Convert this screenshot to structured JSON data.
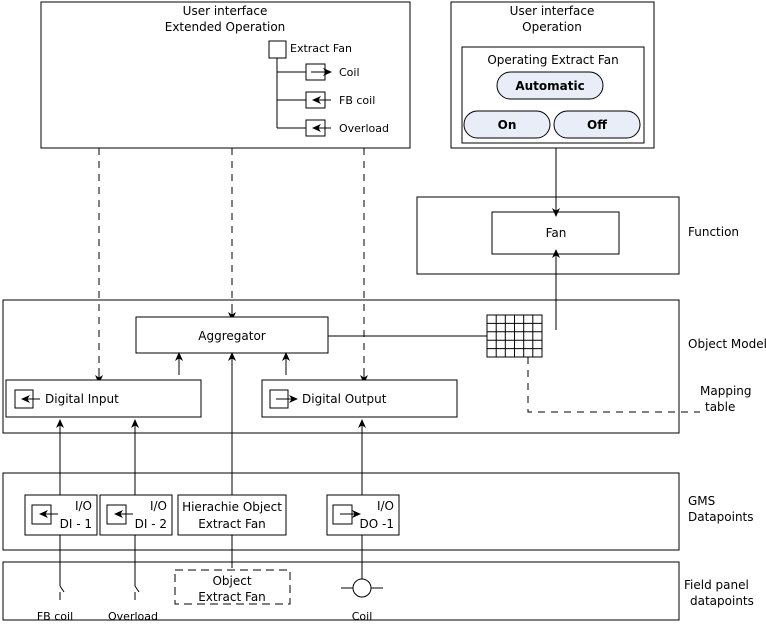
{
  "panels": {
    "ui_extended": {
      "title_line1": "User interface",
      "title_line2": "Extended Operation",
      "tree_root": "Extract Fan",
      "tree_children": [
        "Coil",
        "FB coil",
        "Overload"
      ]
    },
    "ui_operation": {
      "title_line1": "User interface",
      "title_line2": "Operation",
      "group_title": "Operating Extract Fan",
      "buttons": [
        "Automatic",
        "On",
        "Off"
      ]
    },
    "function": {
      "box_label": "Fan"
    },
    "object_model": {
      "aggregator": "Aggregator",
      "digital_input": "Digital Input",
      "digital_output": "Digital Output"
    },
    "gms": {
      "dp1_line1": "I/O",
      "dp1_line2": "DI - 1",
      "dp2_line1": "I/O",
      "dp2_line2": "DI - 2",
      "hier_line1": "Hierachie Object",
      "hier_line2": "Extract Fan",
      "dp4_line1": "I/O",
      "dp4_line2": "DO -1"
    },
    "field_panel": {
      "obj_line1": "Object",
      "obj_line2": "Extract Fan",
      "label_fb": "FB coil",
      "label_overload": "Overload",
      "label_coil": "Coil"
    }
  },
  "side_labels": {
    "function": "Function",
    "object_model": "Object Model",
    "mapping_line1": "Mapping",
    "mapping_line2": "table",
    "gms_line1": "GMS",
    "gms_line2": "Datapoints",
    "field_line1": "Field panel",
    "field_line2": "datapoints"
  },
  "colors": {
    "stroke": "#000000",
    "background": "#ffffff",
    "button_fill": "#e8edf7"
  },
  "icons": {
    "tree_node": "square-node-icon",
    "input_arrow": "arrow-in-icon",
    "output_arrow": "arrow-out-icon",
    "mapping_grid": "grid-table-icon",
    "relay_coil": "coil-circle-icon",
    "switch_contact": "switch-contact-icon"
  }
}
